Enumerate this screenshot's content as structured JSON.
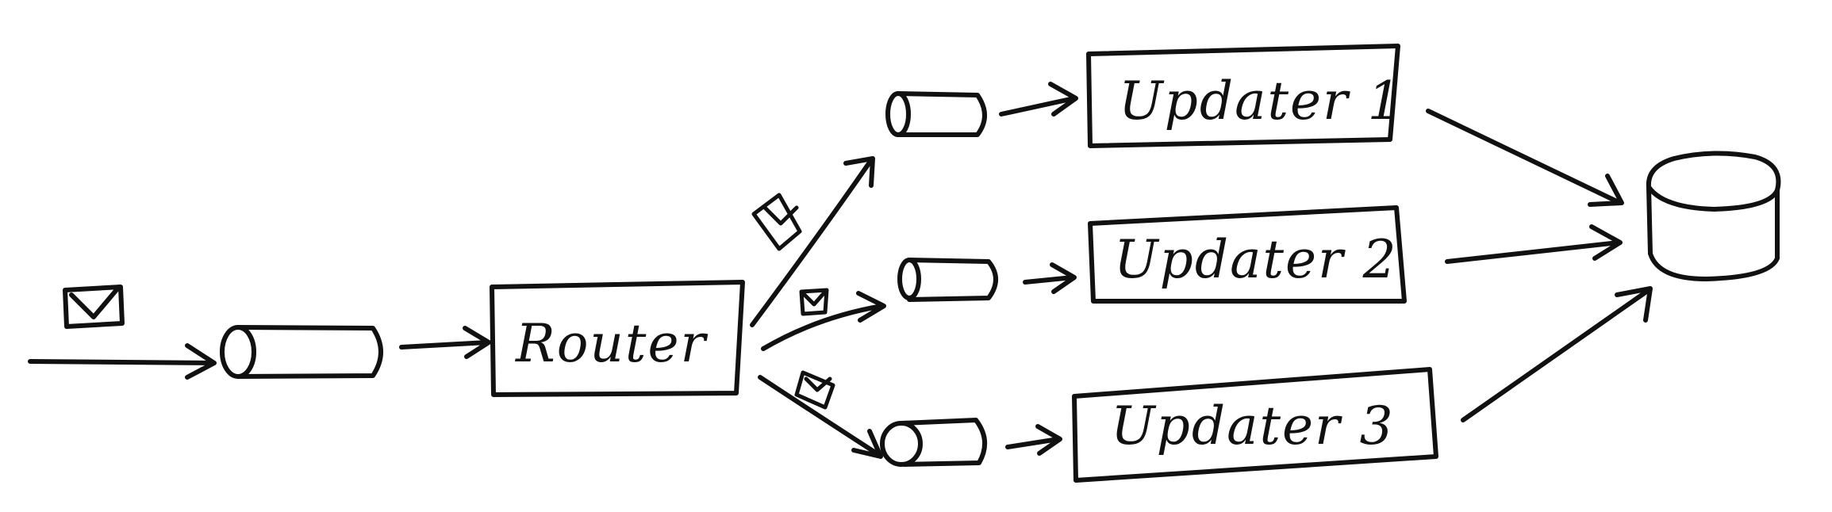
{
  "diagram": {
    "router_label": "Router",
    "updaters": [
      {
        "label": "Updater 1"
      },
      {
        "label": "Updater 2"
      },
      {
        "label": "Updater 3"
      }
    ],
    "colors": {
      "ink": "#111111",
      "background": "#ffffff"
    },
    "icons": {
      "message": "envelope-icon",
      "queue": "queue-cylinder-icon",
      "store": "database-icon"
    }
  }
}
